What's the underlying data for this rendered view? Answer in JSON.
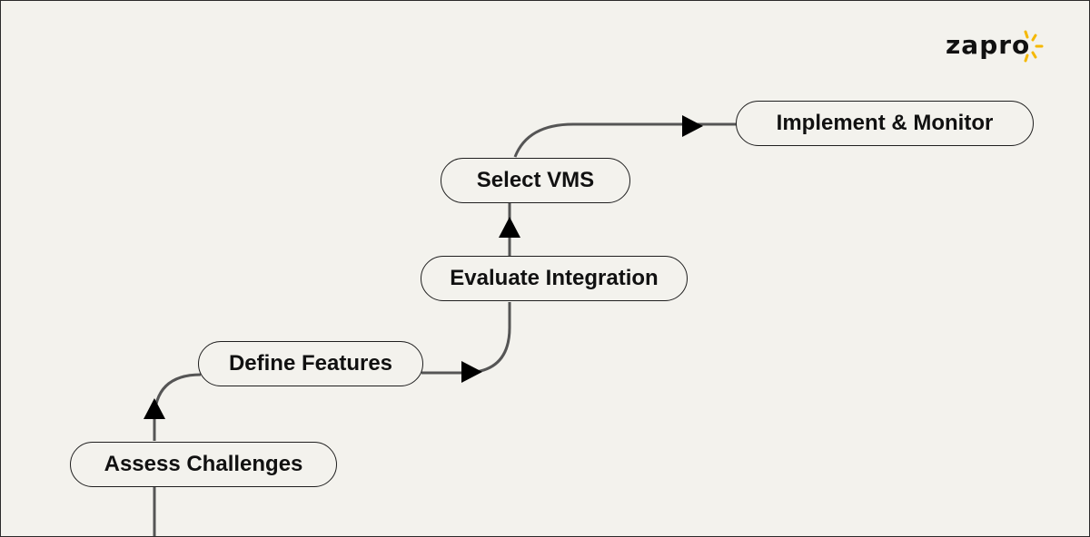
{
  "brand": {
    "logo_text": "zapro",
    "accent_color": "#f5b800",
    "icon": "sun-rays-icon"
  },
  "diagram": {
    "line_color": "#555555",
    "arrow_color": "#000000",
    "steps": [
      {
        "label": "Assess Challenges"
      },
      {
        "label": "Define Features"
      },
      {
        "label": "Evaluate Integration"
      },
      {
        "label": "Select VMS"
      },
      {
        "label": "Implement & Monitor"
      }
    ]
  }
}
